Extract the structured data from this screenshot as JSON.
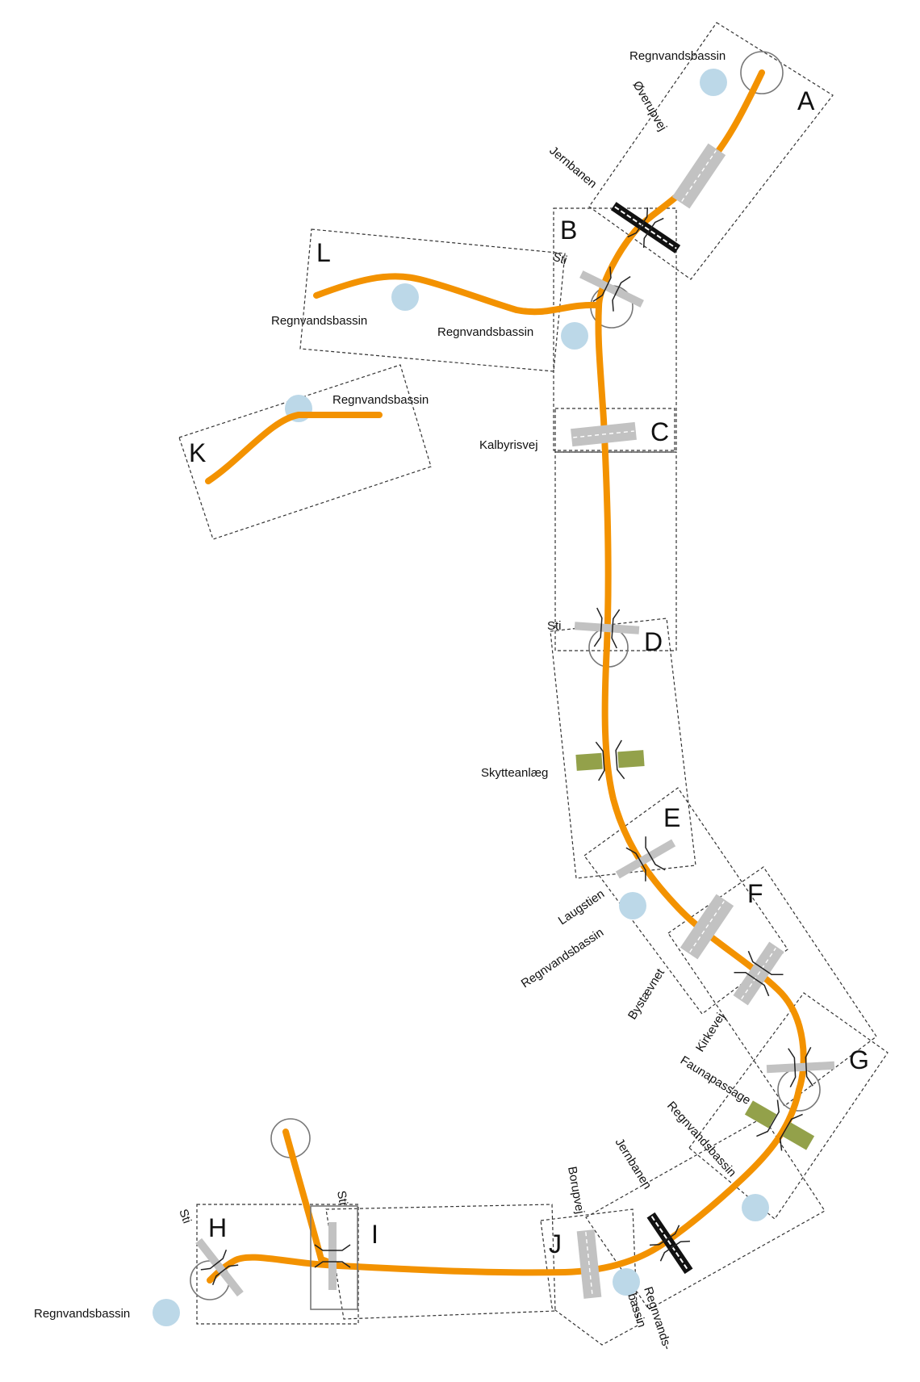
{
  "zones": {
    "A": "A",
    "B": "B",
    "C": "C",
    "D": "D",
    "E": "E",
    "F": "F",
    "G": "G",
    "H": "H",
    "I": "I",
    "J": "J",
    "K": "K",
    "L": "L"
  },
  "labels": {
    "regnvandsbassin": "Regnvandsbassin",
    "overupvej": "Øverupvej",
    "jernbanen": "Jernbanen",
    "sti": "Sti",
    "kalbyrisvej": "Kalbyrisvej",
    "skytteanlaeg": "Skytteanlæg",
    "laugstien": "Laugstien",
    "bystaevnet": "Bystævnet",
    "kirkevej": "Kirkevej",
    "faunapassage": "Faunapassage",
    "borupvej": "Borupvej",
    "regnvands_line1": "Regnvands-",
    "regnvands_line2": "bassin"
  },
  "colors": {
    "route": "#f39200",
    "basin": "#bcd8e8",
    "road": "#c2c2c2",
    "faunapassage": "#93a14a",
    "rail": "#111111"
  }
}
